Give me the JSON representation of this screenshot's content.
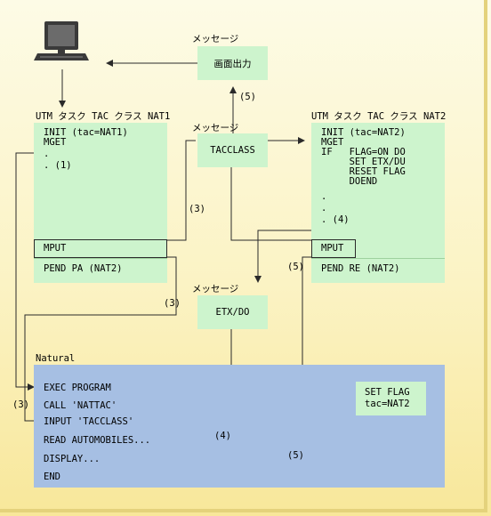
{
  "colors": {
    "green": "#cdf4cd",
    "blue": "#a6bfe3",
    "line": "#2a2a2a"
  },
  "icons": {
    "computer": "computer-terminal-icon"
  },
  "screen_output": {
    "caption": "メッセージ",
    "label": "画面出力"
  },
  "tacclass": {
    "caption": "メッセージ",
    "label": "TACCLASS"
  },
  "etxdo": {
    "caption": "メッセージ",
    "label": "ETX/DO"
  },
  "task1": {
    "title": "UTM タスク TAC クラス NAT1",
    "lines": [
      "INIT (tac=NAT1)",
      "MGET",
      ".",
      ". (1)"
    ],
    "mput": "MPUT",
    "pend": "PEND PA (NAT2)"
  },
  "task2": {
    "title": "UTM タスク TAC クラス NAT2",
    "lines": [
      "INIT (tac=NAT2)",
      "MGET",
      "IF   FLAG=ON DO",
      "     SET ETX/DU",
      "     RESET FLAG",
      "     DOEND",
      ".",
      ".",
      ". (4)"
    ],
    "mput": "MPUT",
    "pend": "PEND RE (NAT2)"
  },
  "natural": {
    "title": "Natural",
    "lines": [
      "EXEC PROGRAM",
      "CALL 'NATTAC'",
      "INPUT 'TACCLASS'",
      "READ AUTOMOBILES...",
      "DISPLAY...",
      "END"
    ]
  },
  "setflag": {
    "line1": "SET FLAG",
    "line2": "tac=NAT2"
  },
  "markers": {
    "m5_top": "(5)",
    "m3_a": "(3)",
    "m3_b": "(3)",
    "m3_c": "(3)",
    "m5_mid": "(5)",
    "m4": "(4)",
    "m5_bot": "(5)"
  }
}
